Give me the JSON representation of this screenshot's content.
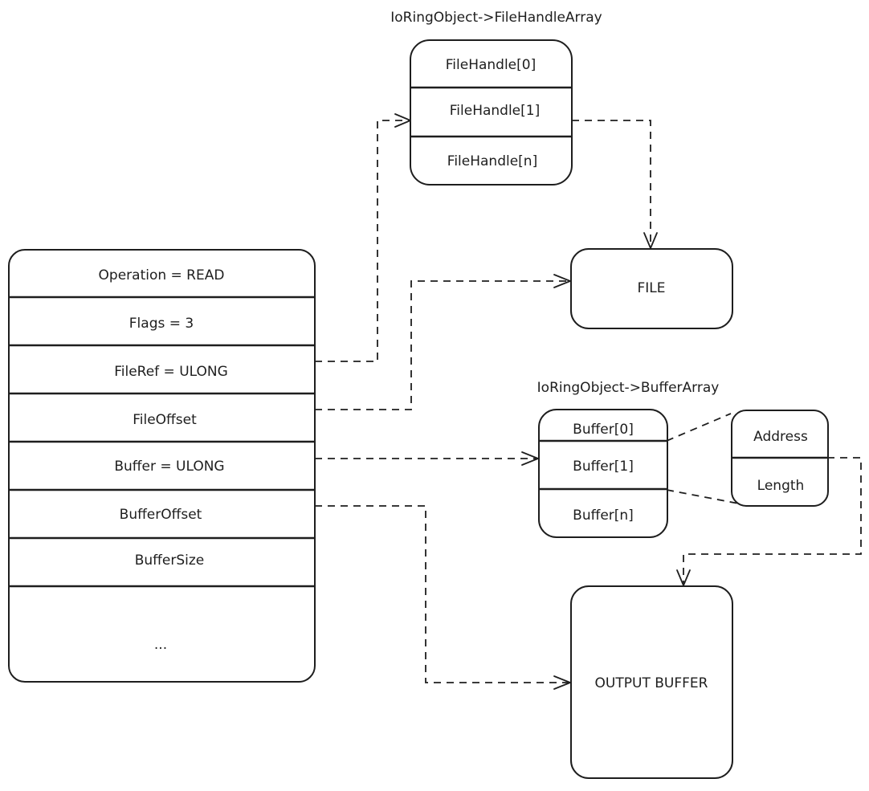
{
  "struct": {
    "fields": [
      "Operation = READ",
      "Flags = 3",
      "FileRef = ULONG",
      "FileOffset",
      "Buffer = ULONG",
      "BufferOffset",
      "BufferSize",
      "..."
    ]
  },
  "file_handle_array": {
    "caption": "IoRingObject->FileHandleArray",
    "items": [
      "FileHandle[0]",
      "FileHandle[1]",
      "FileHandle[n]"
    ]
  },
  "buffer_array": {
    "caption": "IoRingObject->BufferArray",
    "items": [
      "Buffer[0]",
      "Buffer[1]",
      "Buffer[n]"
    ]
  },
  "buffer_entry": {
    "items": [
      "Address",
      "Length"
    ]
  },
  "file_box": {
    "label": "FILE"
  },
  "output_buffer": {
    "label": "OUTPUT BUFFER"
  }
}
